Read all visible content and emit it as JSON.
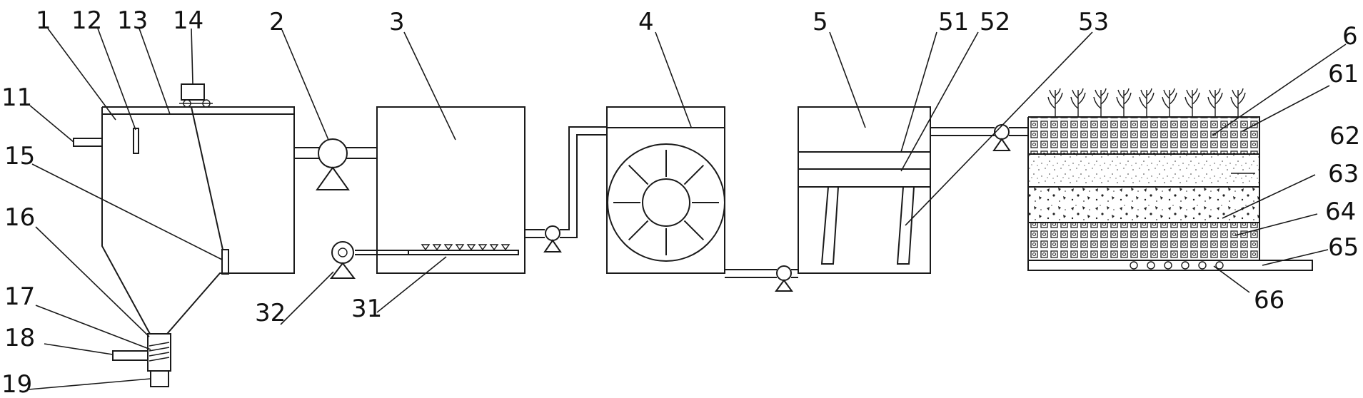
{
  "labels": {
    "l1": "1",
    "l2": "2",
    "l3": "3",
    "l4": "4",
    "l5": "5",
    "l6": "6",
    "l11": "11",
    "l12": "12",
    "l13": "13",
    "l14": "14",
    "l15": "15",
    "l16": "16",
    "l17": "17",
    "l18": "18",
    "l19": "19",
    "l31": "31",
    "l32": "32",
    "l51": "51",
    "l52": "52",
    "l53": "53",
    "l61": "61",
    "l62": "62",
    "l63": "63",
    "l64": "64",
    "l65": "65",
    "l66": "66"
  },
  "plants": {
    "count": 9
  },
  "diffuser_heads": {
    "count": 8
  },
  "aeration_pipes": {
    "count": 6
  },
  "rotor_spokes": {
    "count": 8
  }
}
